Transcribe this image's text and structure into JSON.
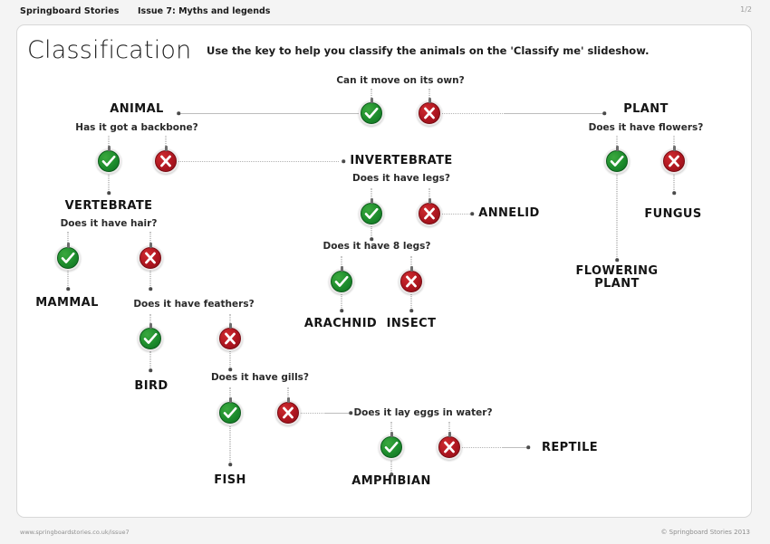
{
  "header": {
    "brand": "Springboard Stories",
    "issue": "Issue 7: Myths and legends",
    "page_number": "1/2"
  },
  "footer": {
    "url": "www.springboardstories.co.uk/issue7",
    "copyright": "© Springboard Stories 2013"
  },
  "worksheet": {
    "title": "Classification",
    "instruction": "Use the key to help you classify the animals on the 'Classify me' slideshow."
  },
  "colors": {
    "yes_green": "#1d8c2c",
    "no_red": "#ae1620",
    "connector_gray": "#b3b3b3",
    "text_dark": "#141414",
    "page_background": "#f4f4f4",
    "card_background": "#ffffff"
  },
  "icons": {
    "yes_label": "tick-icon",
    "no_label": "cross-icon"
  },
  "questions": [
    {
      "id": "q_move",
      "text": "Can it move on its own?"
    },
    {
      "id": "q_backbone",
      "text": "Has it got a backbone?"
    },
    {
      "id": "q_flowers",
      "text": "Does it have flowers?"
    },
    {
      "id": "q_legs",
      "text": "Does it have legs?"
    },
    {
      "id": "q_hair",
      "text": "Does it have hair?"
    },
    {
      "id": "q_8legs",
      "text": "Does it have 8 legs?"
    },
    {
      "id": "q_feathers",
      "text": "Does it have feathers?"
    },
    {
      "id": "q_gills",
      "text": "Does it have gills?"
    },
    {
      "id": "q_eggs",
      "text": "Does it lay eggs in water?"
    }
  ],
  "terms": [
    {
      "id": "t_animal",
      "text": "ANIMAL"
    },
    {
      "id": "t_plant",
      "text": "PLANT"
    },
    {
      "id": "t_invertebrate",
      "text": "INVERTEBRATE"
    },
    {
      "id": "t_vertebrate",
      "text": "VERTEBRATE"
    },
    {
      "id": "t_annelid",
      "text": "ANNELID"
    },
    {
      "id": "t_fungus",
      "text": "FUNGUS"
    },
    {
      "id": "t_flowering_1",
      "text": "FLOWERING"
    },
    {
      "id": "t_flowering_2",
      "text": "PLANT"
    },
    {
      "id": "t_mammal",
      "text": "MAMMAL"
    },
    {
      "id": "t_arachnid",
      "text": "ARACHNID"
    },
    {
      "id": "t_insect",
      "text": "INSECT"
    },
    {
      "id": "t_bird",
      "text": "BIRD"
    },
    {
      "id": "t_fish",
      "text": "FISH"
    },
    {
      "id": "t_amphibian",
      "text": "AMPHIBIAN"
    },
    {
      "id": "t_reptile",
      "text": "REPTILE"
    }
  ]
}
